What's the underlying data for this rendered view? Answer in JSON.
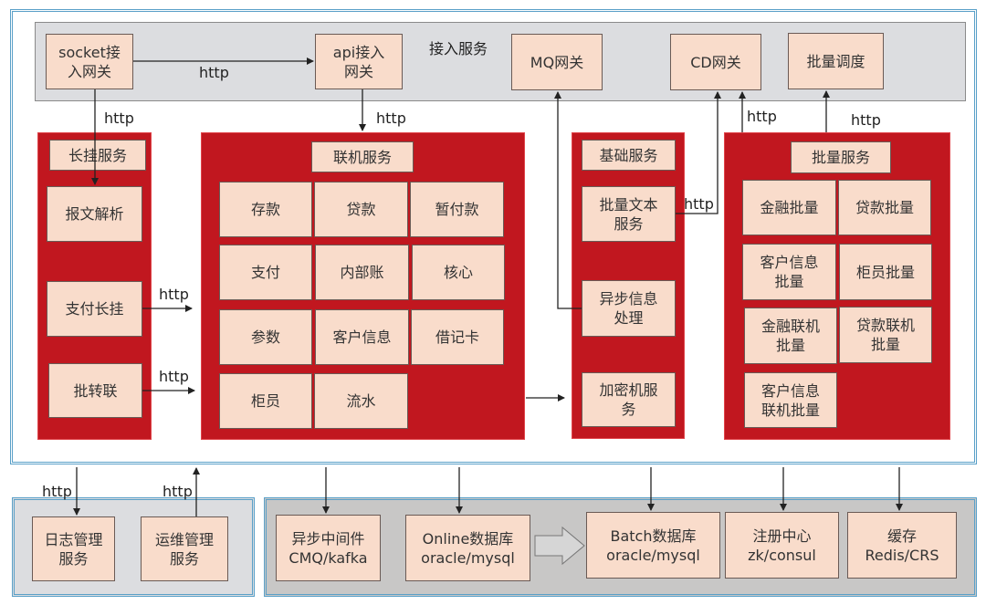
{
  "access_layer": {
    "title": "接入服务",
    "gateways": [
      {
        "id": "socket",
        "label": "socket接\n入网关"
      },
      {
        "id": "api",
        "label": "api接入\n网关"
      },
      {
        "id": "mq",
        "label": "MQ网关"
      },
      {
        "id": "cd",
        "label": "CD网关"
      },
      {
        "id": "batch-schedule",
        "label": "批量调度"
      }
    ]
  },
  "long_pending": {
    "title": "长挂服务",
    "items": [
      "报文解析",
      "支付长挂",
      "批转联"
    ]
  },
  "online": {
    "title": "联机服务",
    "items": [
      "存款",
      "贷款",
      "暂付款",
      "支付",
      "内部账",
      "核心",
      "参数",
      "客户信息",
      "借记卡",
      "柜员",
      "流水"
    ]
  },
  "basic": {
    "title": "基础服务",
    "items": [
      "批量文本\n服务",
      "异步信息\n处理",
      "加密机服\n务"
    ]
  },
  "batch": {
    "title": "批量服务",
    "items": [
      "金融批量",
      "贷款批量",
      "客户信息\n批量",
      "柜员批量",
      "金融联机\n批量",
      "贷款联机\n批量",
      "客户信息\n联机批量"
    ]
  },
  "ops": {
    "items": [
      "日志管理\n服务",
      "运维管理\n服务"
    ]
  },
  "infra": {
    "items": [
      "异步中间件\nCMQ/kafka",
      "Online数据库\noracle/mysql",
      "Batch数据库\noracle/mysql",
      "注册中心\nzk/consul",
      "缓存\nRedis/CRS"
    ]
  },
  "edges": {
    "protocol_label": "http"
  },
  "colors": {
    "service_red": "#c1171f",
    "box_fill": "#f9dccb",
    "access_gray": "#dcdde0",
    "frame_blue": "#5aa0c8",
    "infra_gray": "#c8c7c6"
  }
}
